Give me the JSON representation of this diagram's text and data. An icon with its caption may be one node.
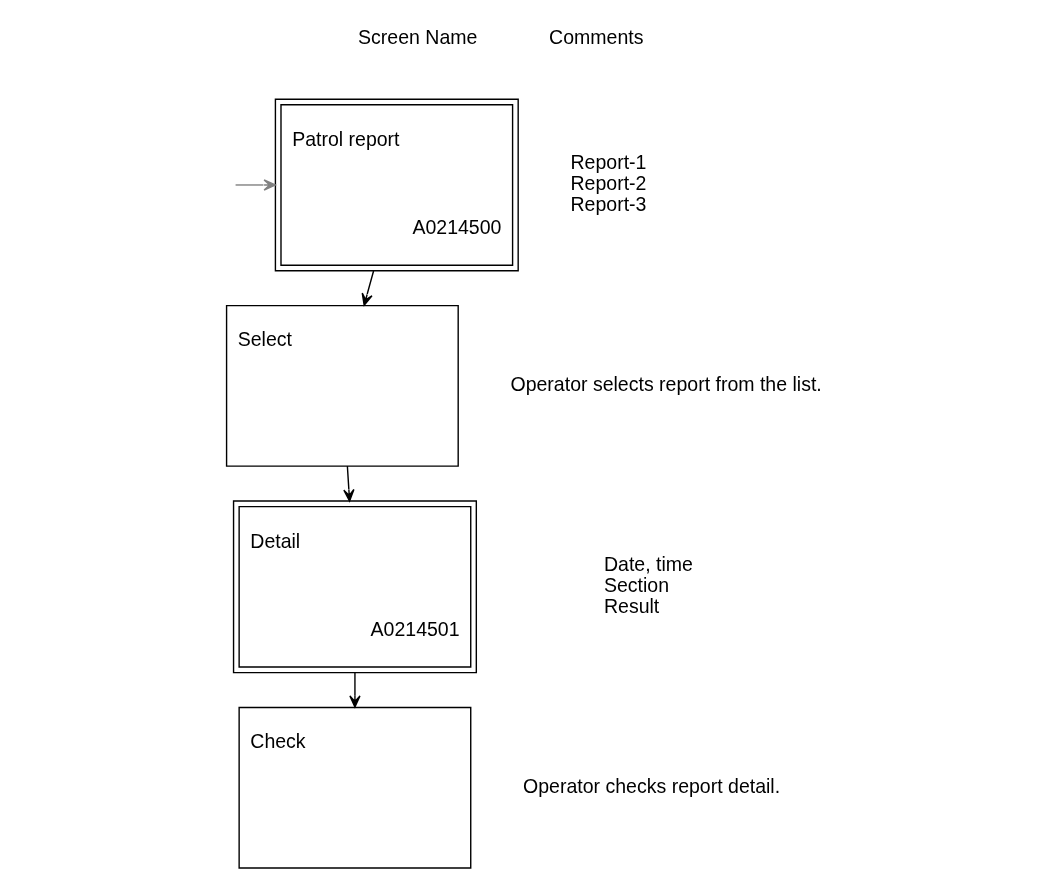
{
  "diagram": {
    "nodes": [
      {
        "text": [
          "Patrol report",
          "A0214500"
        ],
        "beside": [
          "Report-1",
          "Report-2",
          "Report-3"
        ]
      },
      {
        "text": [
          "Select"
        ],
        "beside": [
          "Operator selects report from the list."
        ]
      },
      {
        "text": [
          "Detail",
          "A0214501"
        ],
        "beside": [
          "Date, time",
          "Section",
          "Result"
        ]
      },
      {
        "text": [
          "Check"
        ],
        "beside": [
          "Operator checks report detail."
        ]
      }
    ],
    "edges": [
      {
        "from": null,
        "to": 0,
        "arrow": "to",
        "color": "#808080"
      },
      {
        "from": 0,
        "to": 1,
        "arrow": "to"
      },
      {
        "from": 1,
        "to": 2,
        "arrow": "to"
      },
      {
        "from": 2,
        "to": 3,
        "arrow": "to"
      }
    ],
    "labels": [
      "Screen Name",
      "Comments"
    ]
  }
}
